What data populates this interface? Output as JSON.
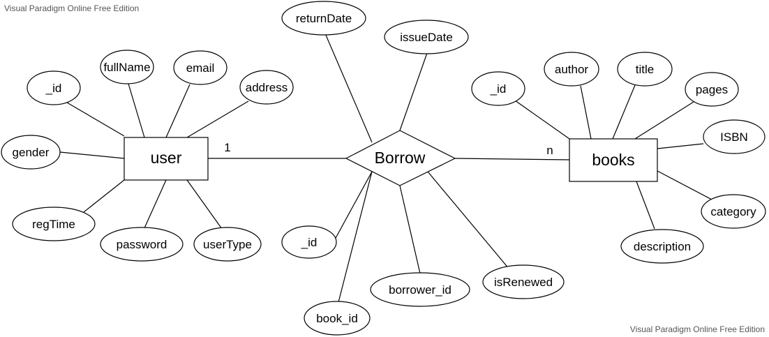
{
  "watermarks": {
    "top_left": "Visual Paradigm Online Free Edition",
    "bottom_right": "Visual Paradigm Online Free Edition"
  },
  "entities": {
    "user": "user",
    "books": "books"
  },
  "relationship": {
    "name": "Borrow",
    "cardinality_user": "1",
    "cardinality_books": "n"
  },
  "user_attributes": [
    "_id",
    "fullName",
    "email",
    "address",
    "gender",
    "regTime",
    "password",
    "userType"
  ],
  "borrow_attributes": [
    "returnDate",
    "issueDate",
    "_id",
    "book_id",
    "borrower_id",
    "isRenewed"
  ],
  "book_attributes": [
    "_id",
    "author",
    "title",
    "pages",
    "ISBN",
    "category",
    "description"
  ]
}
